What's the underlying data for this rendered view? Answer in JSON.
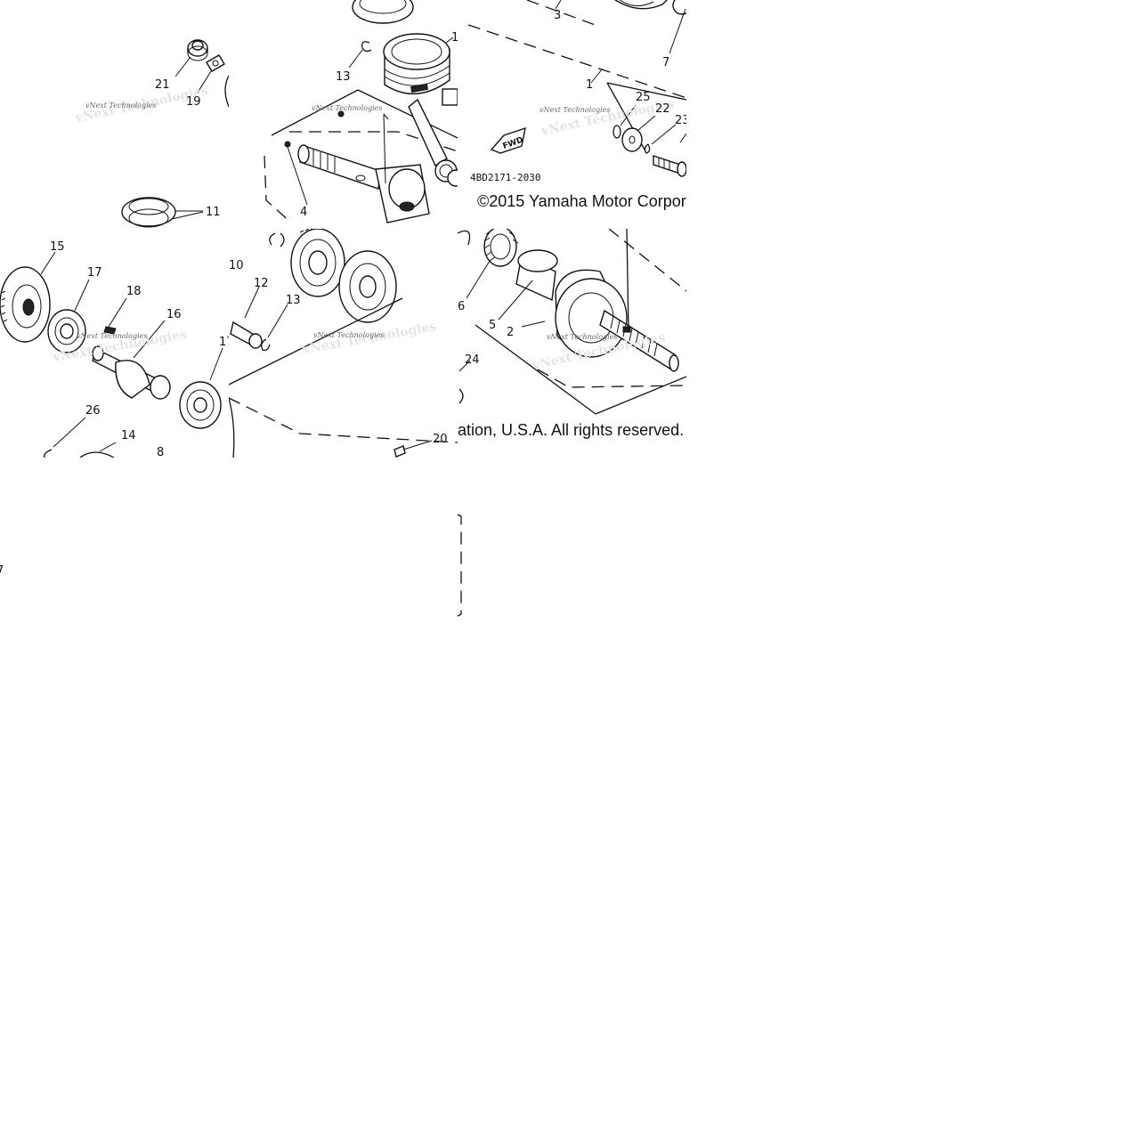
{
  "diagram": {
    "part_numbers": [
      "1",
      "2",
      "3",
      "4",
      "5",
      "6",
      "7",
      "8",
      "10",
      "11",
      "12",
      "13",
      "14",
      "15",
      "16",
      "17",
      "18",
      "19",
      "20",
      "21",
      "22",
      "23",
      "24",
      "25",
      "26"
    ],
    "watermark": "vNext Technologies",
    "diagram_code": "4BD2171-2030",
    "direction_label": "FWD",
    "copyright_line_1": "©2015 Yamaha Motor Corpor",
    "copyright_line_2": "ation, U.S.A. All rights reserved.",
    "colors": {
      "ink": "#111111",
      "background": "#ffffff",
      "watermark": "#666666"
    }
  }
}
